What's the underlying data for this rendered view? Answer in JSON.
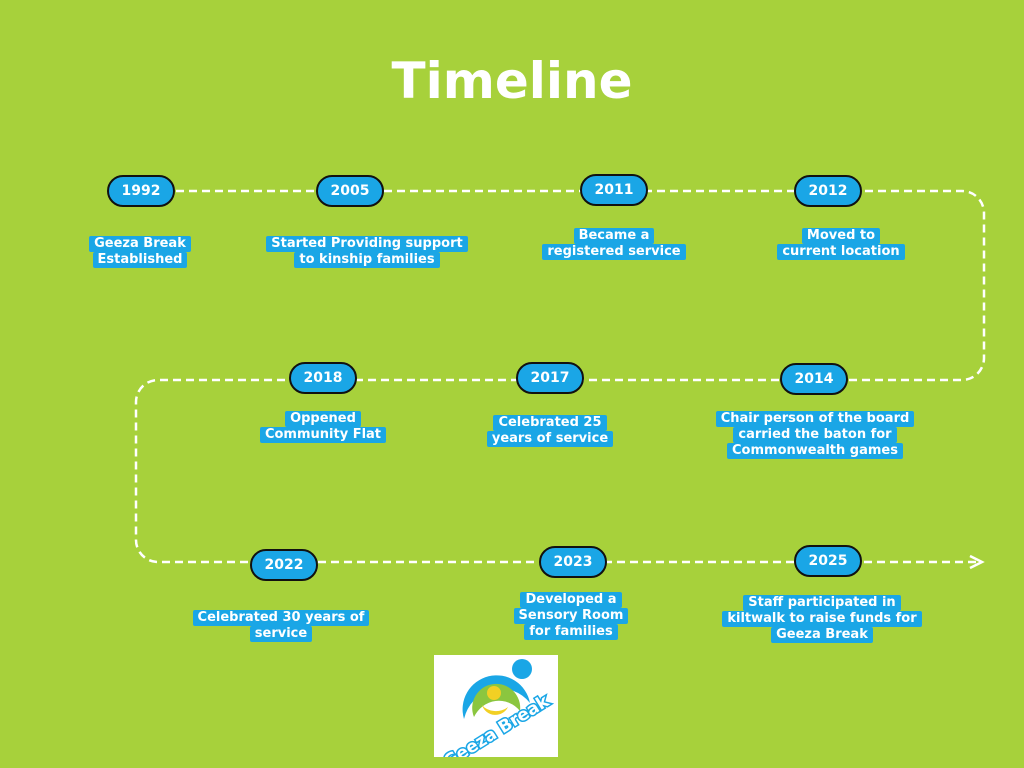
{
  "title": "Timeline",
  "events": [
    {
      "year": "1992",
      "lines": [
        "Geeza Break",
        "Established"
      ]
    },
    {
      "year": "2005",
      "lines": [
        "Started Providing support",
        "to kinship families"
      ]
    },
    {
      "year": "2011",
      "lines": [
        "Became a",
        "registered service"
      ]
    },
    {
      "year": "2012",
      "lines": [
        "Moved to",
        "current location"
      ]
    },
    {
      "year": "2018",
      "lines": [
        "Oppened",
        "Community Flat"
      ]
    },
    {
      "year": "2017",
      "lines": [
        "Celebrated 25",
        "years of service"
      ]
    },
    {
      "year": "2014",
      "lines": [
        "Chair person of the board",
        "carried the baton for",
        "Commonwealth games"
      ]
    },
    {
      "year": "2022",
      "lines": [
        "Celebrated 30 years of",
        "service"
      ]
    },
    {
      "year": "2023",
      "lines": [
        "Developed a",
        "Sensory Room",
        "for families"
      ]
    },
    {
      "year": "2025",
      "lines": [
        "Staff participated in",
        "kiltwalk to raise funds for",
        "Geeza Break"
      ]
    }
  ],
  "logo": {
    "text": "Geeza Break",
    "colors": {
      "blue": "#1aa6e6",
      "green": "#8bc63f",
      "yellow": "#f2d024"
    }
  },
  "colors": {
    "background": "#a7d13b",
    "pill": "#1aa6e6",
    "path": "#ffffff"
  }
}
